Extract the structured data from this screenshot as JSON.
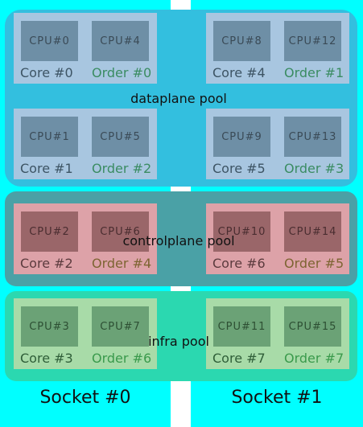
{
  "sockets": [
    {
      "label": "Socket #0"
    },
    {
      "label": "Socket #1"
    }
  ],
  "pools": [
    {
      "label": "dataplane pool",
      "color": "#33bfdf",
      "core_bg": "#a8c6e0",
      "cpu_bg": "#6e8fa6",
      "core_text": "#3d5464",
      "order_text": "#3a8c62",
      "cpu_text": "#3a4a56"
    },
    {
      "label": "controlplane pool",
      "color": "#4aa1a6",
      "core_bg": "#dda2a8",
      "cpu_bg": "#9a6669",
      "core_text": "#5c3b3e",
      "order_text": "#7d6432",
      "cpu_text": "#4a2d30"
    },
    {
      "label": "infra pool",
      "color": "#2bd8b0",
      "core_bg": "#a8dba8",
      "cpu_bg": "#6ba276",
      "core_text": "#2f5e38",
      "order_text": "#3a9a4c",
      "cpu_text": "#2d4f33"
    }
  ],
  "cores": [
    {
      "core": "Core #0",
      "order": "Order #0",
      "cpus": [
        "CPU#0",
        "CPU#4"
      ]
    },
    {
      "core": "Core #4",
      "order": "Order #1",
      "cpus": [
        "CPU#8",
        "CPU#12"
      ]
    },
    {
      "core": "Core #1",
      "order": "Order #2",
      "cpus": [
        "CPU#1",
        "CPU#5"
      ]
    },
    {
      "core": "Core #5",
      "order": "Order #3",
      "cpus": [
        "CPU#9",
        "CPU#13"
      ]
    },
    {
      "core": "Core #2",
      "order": "Order #4",
      "cpus": [
        "CPU#2",
        "CPU#6"
      ]
    },
    {
      "core": "Core #6",
      "order": "Order #5",
      "cpus": [
        "CPU#10",
        "CPU#14"
      ]
    },
    {
      "core": "Core #3",
      "order": "Order #6",
      "cpus": [
        "CPU#3",
        "CPU#7"
      ]
    },
    {
      "core": "Core #7",
      "order": "Order #7",
      "cpus": [
        "CPU#11",
        "CPU#15"
      ]
    }
  ]
}
